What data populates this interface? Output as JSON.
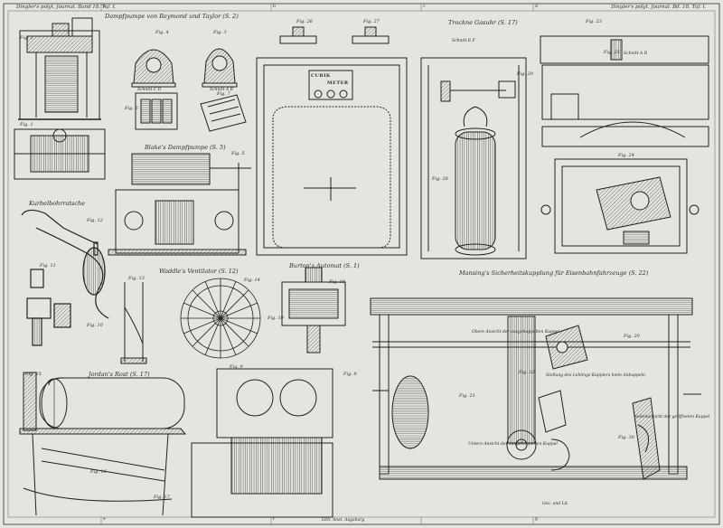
{
  "header": {
    "left": "Dingler's polyt. Journal. Band 18. Taf. I.",
    "right": "Dingler's polyt. Journal. Bd. 18. Taf. I."
  },
  "titles": {
    "pump_reymond": "Dampfpumpe von Reymond und Taylor (S. 2)",
    "blake_pump": "Blake's Dampfpumpe (S. 5)",
    "brace": "Kurbelbohrratsche",
    "waddle": "Waddle's Ventilator (S. 12)",
    "burton": "Burton's Automat (S. 1)",
    "trockne_gasuhr": "Trockne Gasuhr (S. 17)",
    "jordan": "Jordan's Rost (S. 17)",
    "safety": "Mansing's Sicherheitskupplung für Eisenbahnfahrzeuge (S. 22)"
  },
  "figure_labels": {
    "fig1": "Fig. 1",
    "fig2": "Fig. 2",
    "fig3": "Fig. 3",
    "fig4": "Fig. 4",
    "fig5": "Fig. 5",
    "fig6": "Fig. 6",
    "fig7": "Fig. 7",
    "fig8": "Fig. 8",
    "fig9": "Fig. 9",
    "fig10": "Fig. 10",
    "fig11": "Fig. 11",
    "fig12": "Fig. 12",
    "fig13": "Fig. 13",
    "fig14": "Fig. 14",
    "fig15": "Fig. 15",
    "fig16": "Fig. 16",
    "fig17": "Fig. 17",
    "fig18": "Fig. 18",
    "fig19": "Fig. 19",
    "fig20": "Fig. 20",
    "fig21": "Fig. 21",
    "fig22": "Fig. 22",
    "fig23": "Fig. 23",
    "fig24": "Fig. 24",
    "fig25": "Fig. 25",
    "fig26": "Fig. 26",
    "fig27": "Fig. 27",
    "fig28": "Fig. 28",
    "fig29": "Fig. 29",
    "fig30": "Fig. 30"
  },
  "section_labels": {
    "schnitt_cd": "Schnitt C D",
    "schnitt_ab": "Schnitt A B",
    "schnitt_ef": "Schnitt E F",
    "schnitt_ab2": "Schnitt A B"
  },
  "dial": {
    "word1": "CUBIK",
    "word2": "METER"
  },
  "notes": {
    "oberer_ansicht": "Obere Ansicht der ausgekuppelten Kuppel",
    "stellung": "Stellung des Lehlings Kupplers beim Ankuppeln",
    "untere_ansicht": "Untere Ansicht der ausgekuppelten Kuppel",
    "gruene": "Seitenansicht der geöffneten Kuppel"
  },
  "footer": {
    "center": "Lith. Anst. Augsburg",
    "right": "Gez. und Lit."
  },
  "margin_marks": [
    "a",
    "b",
    "c",
    "d",
    "e",
    "f",
    "g"
  ]
}
